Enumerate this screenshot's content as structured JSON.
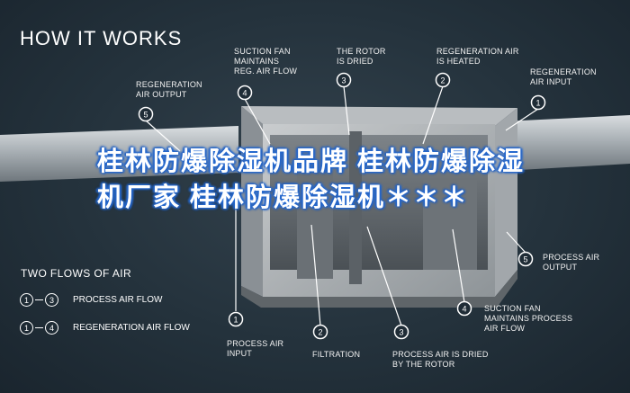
{
  "title": "HOW IT WORKS",
  "labels": {
    "regen_output_top": "REGENERATION\nAIR OUTPUT",
    "suction_fan_top": "SUCTION FAN\nMAINTAINS\nREG. AIR FLOW",
    "rotor_dried": "THE ROTOR\nIS DRIED",
    "regen_heated": "REGENERATION AIR\nIS HEATED",
    "regen_input": "REGENERATION\nAIR INPUT",
    "process_output": "PROCESS AIR\nOUTPUT",
    "suction_fan_bottom": "SUCTION FAN\nMAINTAINS PROCESS\nAIR FLOW",
    "process_input": "PROCESS AIR\nINPUT",
    "filtration": "FILTRATION",
    "process_dried": "PROCESS AIR IS DRIED\nBY THE ROTOR"
  },
  "markers": {
    "m1_top": "1",
    "m2_top": "2",
    "m3_top": "3",
    "m4_top": "4",
    "m5_top": "5",
    "m1_bot": "1",
    "m2_bot": "2",
    "m3_bot": "3",
    "m4_bot": "4",
    "m5_bot": "5"
  },
  "flows": {
    "title": "TWO FLOWS OF AIR",
    "items": [
      {
        "from": "1",
        "to": "3",
        "label": "PROCESS AIR FLOW"
      },
      {
        "from": "1",
        "to": "4",
        "label": "REGENERATION AIR FLOW"
      }
    ]
  },
  "banner": "桂林防爆除湿机品牌  桂林防爆除湿机厂家  桂林防爆除湿机＊＊＊",
  "colors": {
    "background": "#24323c",
    "banner_glow": "#2a6fd6",
    "text": "#ffffff"
  }
}
